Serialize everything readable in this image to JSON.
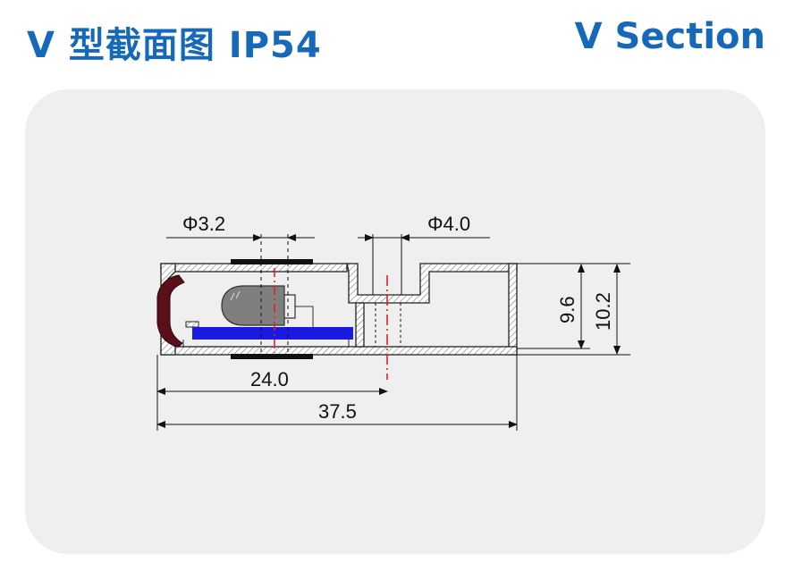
{
  "header": {
    "title_cn": "V 型截面图  IP54",
    "title_en": "V Section"
  },
  "dimensions": {
    "hole_small": "Φ3.2",
    "hole_large": "Φ4.0",
    "width_24": "24.0",
    "width_total": "37.5",
    "height_inner": "9.6",
    "height_outer": "10.2"
  },
  "colors": {
    "title": "#1669b8",
    "panel": "#efefef",
    "pcb": "#1a1ae0",
    "lens_clip": "#5a0f1a",
    "centerline": "#e0202a",
    "hatch": "#666666"
  }
}
